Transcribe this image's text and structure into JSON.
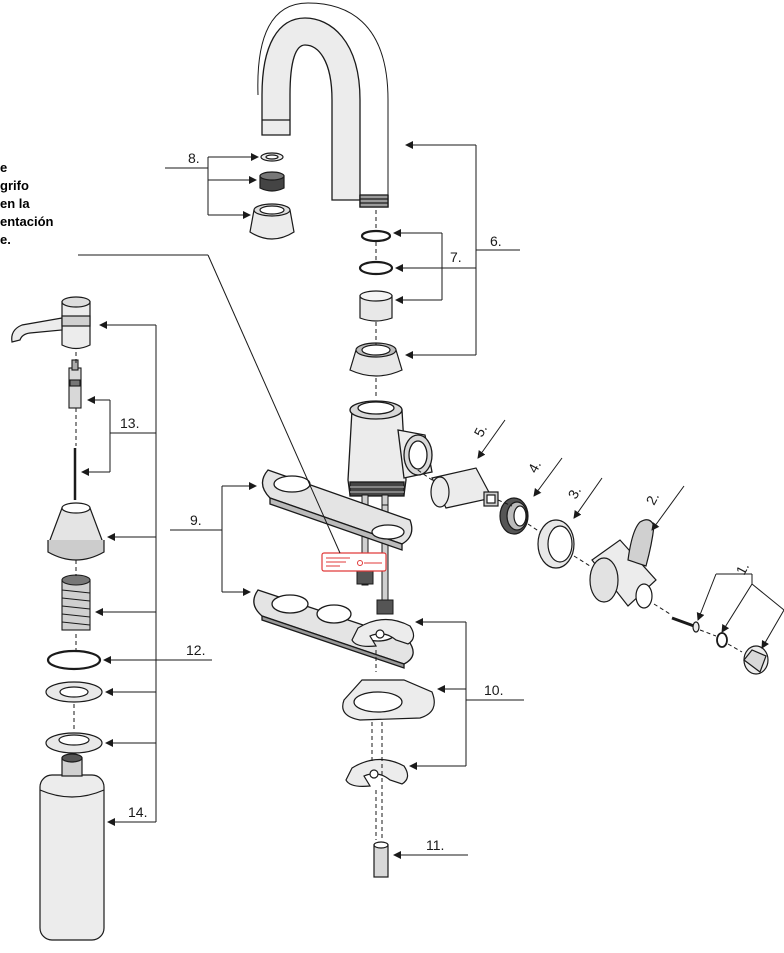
{
  "note_lines": [
    "e",
    "grifo",
    "en la",
    "entación",
    "e."
  ],
  "labels": {
    "l1": "1.",
    "l2": "2.",
    "l3": "3.",
    "l4": "4.",
    "l5": "5.",
    "l6": "6.",
    "l7": "7.",
    "l8": "8.",
    "l9": "9.",
    "l10": "10.",
    "l11": "11.",
    "l12": "12.",
    "l13": "13.",
    "l14": "14."
  },
  "colors": {
    "ink": "#1a1a1a",
    "part_fill": "#ebebeb",
    "part_dark": "#8c8c8c",
    "tag_red": "#e03a3a"
  }
}
